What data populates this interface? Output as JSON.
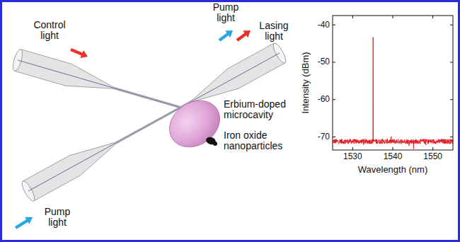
{
  "diagram": {
    "labels": [
      "Pump light",
      "Lasing light",
      "Control light",
      "Erbium-doped microcavity",
      "Iron oxide nanoparticles",
      "Pump light",
      "-40",
      "-50",
      "-60",
      "-70",
      "1530",
      "1540",
      "1550",
      "Wavelength (nm)",
      "Intensity (dBm)"
    ]
  }
}
